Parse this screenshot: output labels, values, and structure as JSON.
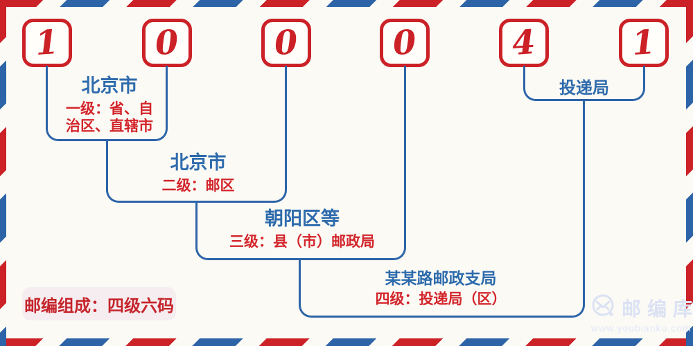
{
  "postal_code": {
    "digits": [
      "1",
      "0",
      "0",
      "0",
      "4",
      "1"
    ]
  },
  "levels": [
    {
      "place": "北京市",
      "desc_line1": "一级：省、自",
      "desc_line2": "治区、直辖市"
    },
    {
      "place": "北京市",
      "desc_line1": "二级：邮区"
    },
    {
      "place": "朝阳区等",
      "desc_line1": "三级：县（市）邮政局"
    },
    {
      "place": "某某路邮政支局",
      "desc_line1": "四级：投递局（区）"
    }
  ],
  "delivery_office_label": "投递局",
  "badge": {
    "text": "邮编组成：四级六码"
  },
  "watermark": {
    "brand": "邮编库",
    "url": "www.youbianku.com",
    "icon": "envelope-circle-icon"
  },
  "colors": {
    "background": "#fbfaf5",
    "red": "#cb2127",
    "blue": "#2d64a8",
    "text_red": "#d3252b",
    "text_blue": "#2e6bac",
    "badge_bg": "#f6edf0",
    "watermark": "#dbe2f3"
  }
}
